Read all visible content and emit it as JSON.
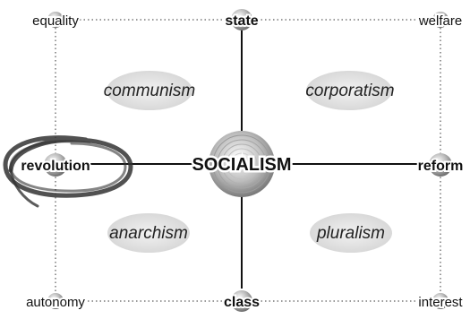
{
  "center": {
    "label": "SOCIALISM"
  },
  "axes": {
    "top": "state",
    "bottom": "class",
    "left": "revolution",
    "right": "reform"
  },
  "corners": {
    "top_left": "equality",
    "top_right": "welfare",
    "bottom_left": "autonomy",
    "bottom_right": "interest"
  },
  "quadrants": {
    "top_left": "communism",
    "top_right": "corporatism",
    "bottom_left": "anarchism",
    "bottom_right": "pluralism"
  },
  "highlight": {
    "target": "revolution",
    "style": "hand-drawn circle"
  }
}
